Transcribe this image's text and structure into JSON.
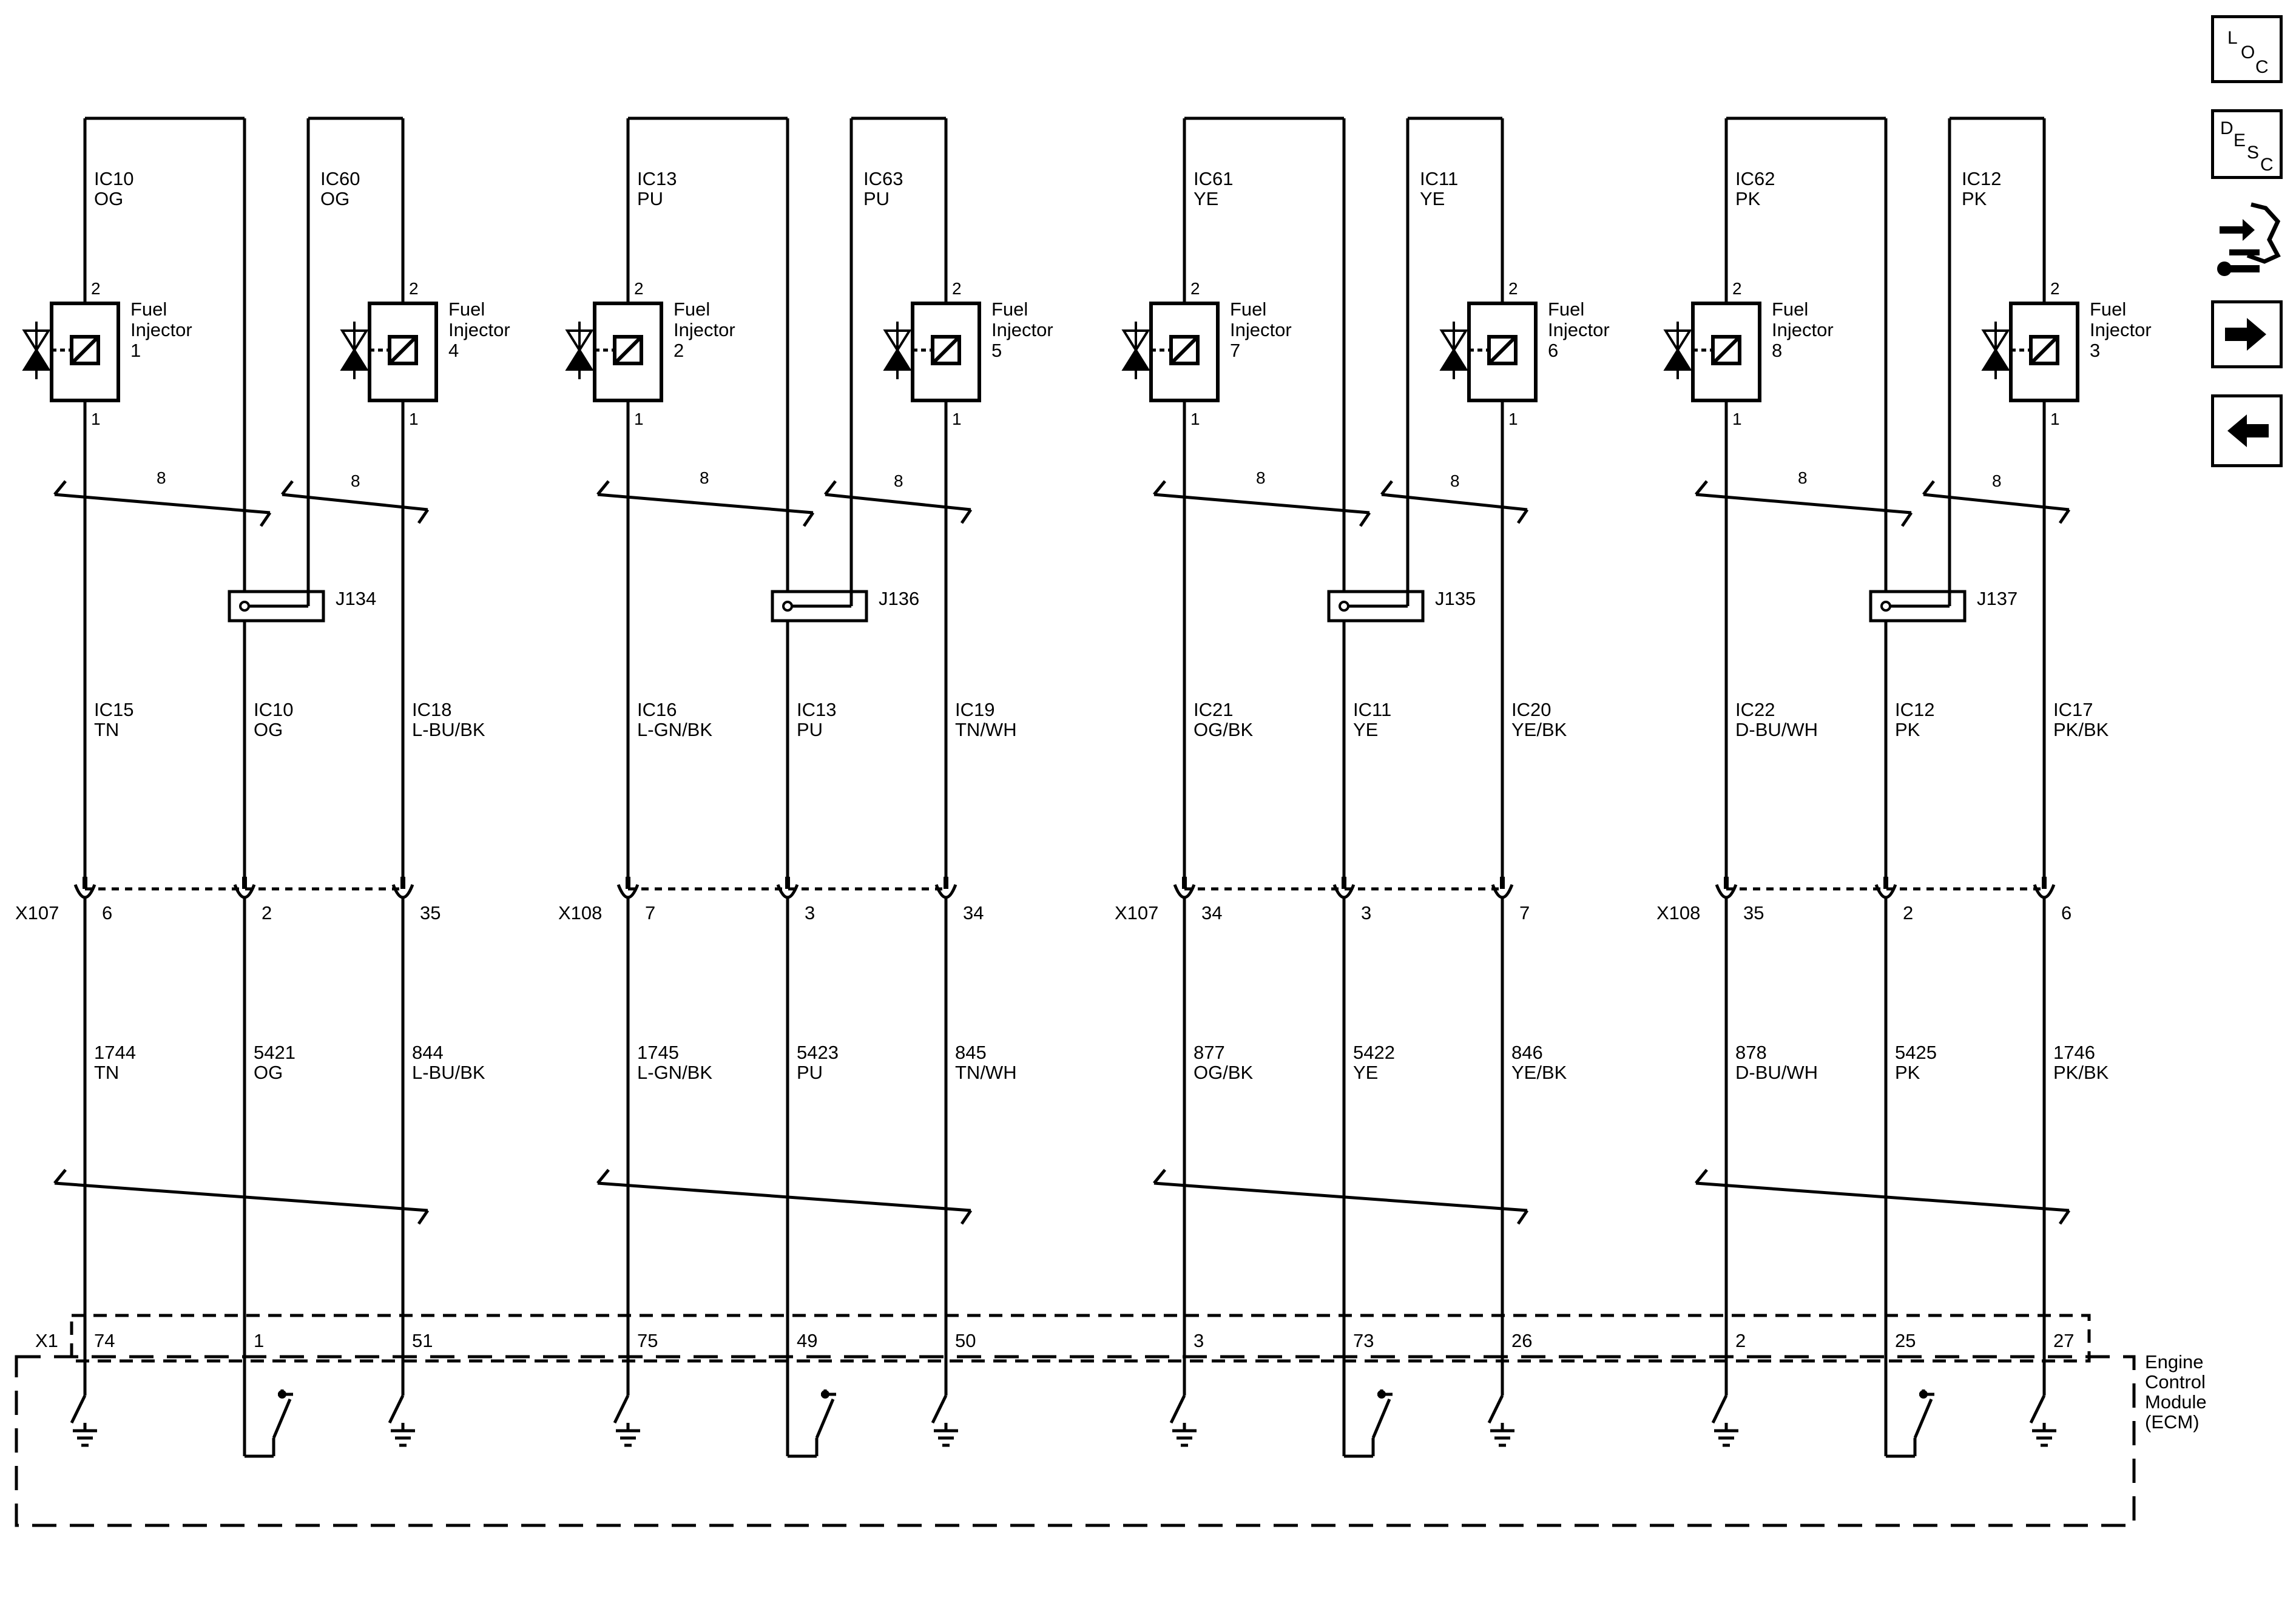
{
  "ecm": {
    "name_lines": [
      "Engine",
      "Control",
      "Module",
      "(ECM)"
    ],
    "connector": "X1"
  },
  "nav": {
    "loc": [
      "L",
      "O",
      "C"
    ],
    "desc": [
      "D",
      "E",
      "S",
      "C"
    ],
    "icons": [
      "connector-views-icon",
      "next-page-arrow-icon",
      "previous-page-arrow-icon"
    ]
  },
  "banks": [
    {
      "injectors": [
        {
          "name": [
            "Fuel",
            "Injector",
            "1"
          ],
          "top_wire": [
            "IC10",
            "OG"
          ],
          "pins": [
            "2",
            "1"
          ]
        },
        {
          "name": [
            "Fuel",
            "Injector",
            "4"
          ],
          "top_wire": [
            "IC60",
            "OG"
          ],
          "pins": [
            "2",
            "1"
          ]
        }
      ],
      "twist_labels": [
        "8",
        "8"
      ],
      "splice": "J134",
      "mid_wires": [
        [
          "IC15",
          "TN"
        ],
        [
          "IC10",
          "OG"
        ],
        [
          "IC18",
          "L-BU/BK"
        ]
      ],
      "inline_connector": "X107",
      "inline_pins": [
        "6",
        "2",
        "35"
      ],
      "lower_wires": [
        [
          "1744",
          "TN"
        ],
        [
          "5421",
          "OG"
        ],
        [
          "844",
          "L-BU/BK"
        ]
      ],
      "ecm_pins": [
        "74",
        "1",
        "51"
      ]
    },
    {
      "injectors": [
        {
          "name": [
            "Fuel",
            "Injector",
            "2"
          ],
          "top_wire": [
            "IC13",
            "PU"
          ],
          "pins": [
            "2",
            "1"
          ]
        },
        {
          "name": [
            "Fuel",
            "Injector",
            "5"
          ],
          "top_wire": [
            "IC63",
            "PU"
          ],
          "pins": [
            "2",
            "1"
          ]
        }
      ],
      "twist_labels": [
        "8",
        "8"
      ],
      "splice": "J136",
      "mid_wires": [
        [
          "IC16",
          "L-GN/BK"
        ],
        [
          "IC13",
          "PU"
        ],
        [
          "IC19",
          "TN/WH"
        ]
      ],
      "inline_connector": "X108",
      "inline_pins": [
        "7",
        "3",
        "34"
      ],
      "lower_wires": [
        [
          "1745",
          "L-GN/BK"
        ],
        [
          "5423",
          "PU"
        ],
        [
          "845",
          "TN/WH"
        ]
      ],
      "ecm_pins": [
        "75",
        "49",
        "50"
      ]
    },
    {
      "injectors": [
        {
          "name": [
            "Fuel",
            "Injector",
            "7"
          ],
          "top_wire": [
            "IC61",
            "YE"
          ],
          "pins": [
            "2",
            "1"
          ]
        },
        {
          "name": [
            "Fuel",
            "Injector",
            "6"
          ],
          "top_wire": [
            "IC11",
            "YE"
          ],
          "pins": [
            "2",
            "1"
          ]
        }
      ],
      "twist_labels": [
        "8",
        "8"
      ],
      "splice": "J135",
      "mid_wires": [
        [
          "IC21",
          "OG/BK"
        ],
        [
          "IC11",
          "YE"
        ],
        [
          "IC20",
          "YE/BK"
        ]
      ],
      "inline_connector": "X107",
      "inline_pins": [
        "34",
        "3",
        "7"
      ],
      "lower_wires": [
        [
          "877",
          "OG/BK"
        ],
        [
          "5422",
          "YE"
        ],
        [
          "846",
          "YE/BK"
        ]
      ],
      "ecm_pins": [
        "3",
        "73",
        "26"
      ]
    },
    {
      "injectors": [
        {
          "name": [
            "Fuel",
            "Injector",
            "8"
          ],
          "top_wire": [
            "IC62",
            "PK"
          ],
          "pins": [
            "2",
            "1"
          ]
        },
        {
          "name": [
            "Fuel",
            "Injector",
            "3"
          ],
          "top_wire": [
            "IC12",
            "PK"
          ],
          "pins": [
            "2",
            "1"
          ]
        }
      ],
      "twist_labels": [
        "8",
        "8"
      ],
      "splice": "J137",
      "mid_wires": [
        [
          "IC22",
          "D-BU/WH"
        ],
        [
          "IC12",
          "PK"
        ],
        [
          "IC17",
          "PK/BK"
        ]
      ],
      "inline_connector": "X108",
      "inline_pins": [
        "35",
        "2",
        "6"
      ],
      "lower_wires": [
        [
          "878",
          "D-BU/WH"
        ],
        [
          "5425",
          "PK"
        ],
        [
          "1746",
          "PK/BK"
        ]
      ],
      "ecm_pins": [
        "2",
        "25",
        "27"
      ]
    }
  ]
}
